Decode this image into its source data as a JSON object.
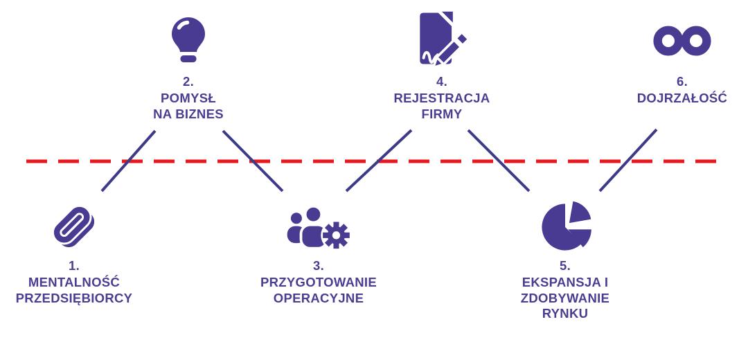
{
  "diagram": {
    "type": "zigzag-process-timeline",
    "language": "pl",
    "stage_count": 6
  },
  "colors": {
    "icon": "#493a92",
    "text": "#4a3e93",
    "line": "#3d3b88",
    "dash": "#e8161d",
    "bg": "#ffffff"
  },
  "timeline": {
    "style": "dashed",
    "color": "#e8161d"
  },
  "stages": [
    {
      "number": "1.",
      "name": "MENTALNOŚĆ\nPRZEDSIĘBIORCY",
      "icon": "interlocked-links-icon",
      "position": "below"
    },
    {
      "number": "2.",
      "name": "POMYSŁ\nNA BIZNES",
      "icon": "lightbulb-icon",
      "position": "above"
    },
    {
      "number": "3.",
      "name": "PRZYGOTOWANIE\nOPERACYJNE",
      "icon": "team-gear-icon",
      "position": "below"
    },
    {
      "number": "4.",
      "name": "REJESTRACJA\nFIRMY",
      "icon": "document-pen-icon",
      "position": "above"
    },
    {
      "number": "5.",
      "name": "EKSPANSJA I\nZDOBYWANIE\nRYNKU",
      "icon": "pie-chart-icon",
      "position": "below"
    },
    {
      "number": "6.",
      "name": "DOJRZAŁOŚĆ",
      "icon": "infinity-icon",
      "position": "above"
    }
  ]
}
